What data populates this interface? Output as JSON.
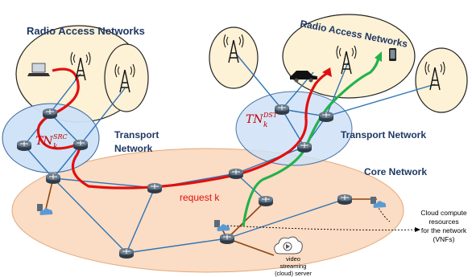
{
  "labels": {
    "ran_left": "Radio Access Networks",
    "ran_right": "Radio Access Networks",
    "transport_left_1": "Transport",
    "transport_left_2": "Network",
    "transport_right": "Transport Network",
    "core": "Core Network",
    "tn_src_main": "TN",
    "tn_src_sub": "k",
    "tn_src_sup": "SRC",
    "tn_dst_main": "TN",
    "tn_dst_sub": "k",
    "tn_dst_sup": "DST",
    "request": "request k",
    "cloud_1": "Cloud compute",
    "cloud_2": "resources",
    "cloud_3": "for the network",
    "cloud_4": "(VNFs)",
    "video_1": "video",
    "video_2": "streaming",
    "video_3": "(cloud) server"
  },
  "colors": {
    "ran_fill": "#fdf1d6",
    "transport_fill": "#cfe2f7",
    "core_fill": "#fbdcc4",
    "link_blue": "#2e75b6",
    "link_brown": "#8b4513",
    "path_red": "#e01010",
    "path_green": "#22b24c",
    "router": "#4a5a6a",
    "label_navy": "#1f3864"
  },
  "icons": [
    "laptop-icon",
    "cell-tower-icon",
    "router-icon",
    "car-icon",
    "phone-icon",
    "cloud-compute-icon",
    "video-server-icon"
  ]
}
